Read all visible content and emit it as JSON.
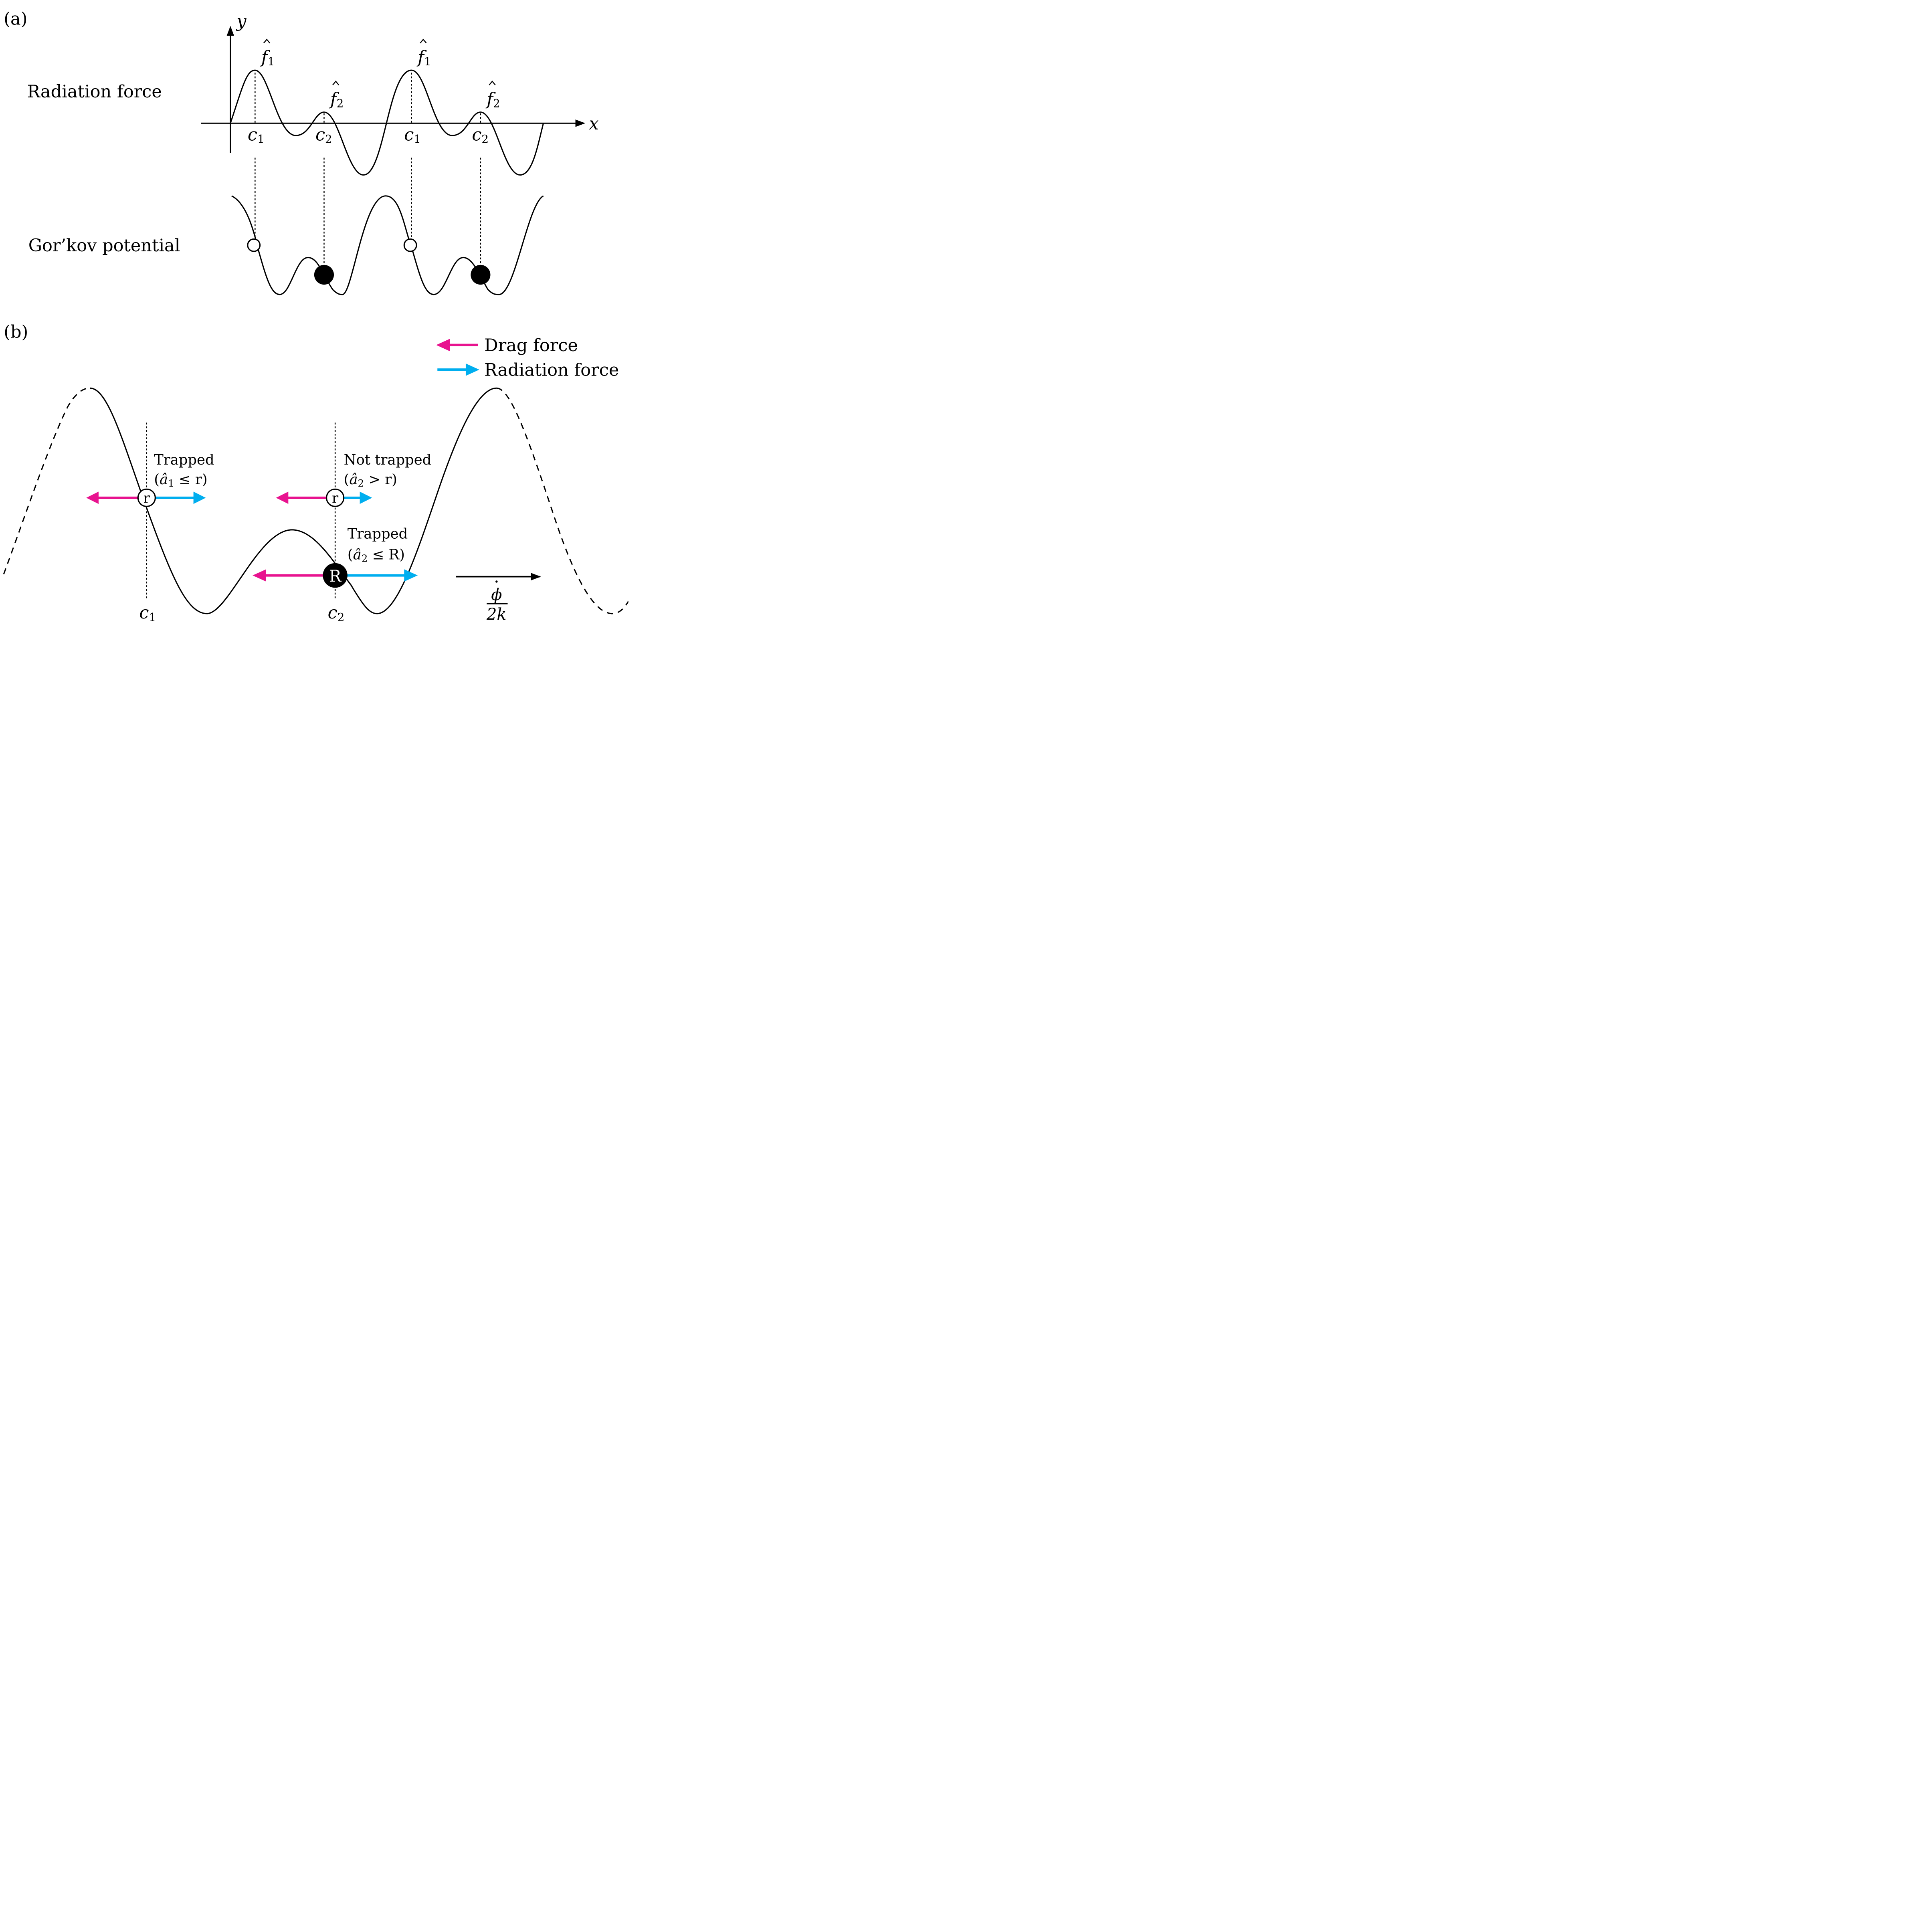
{
  "panel_a": {
    "label": "(a)",
    "axis_y": "y",
    "axis_x": "x",
    "title_force": "Radiation force",
    "title_potential": "Gor’kov potential",
    "peak_labels": [
      "f",
      "1",
      "f",
      "2",
      "f",
      "1",
      "f",
      "2"
    ],
    "c_labels": [
      "c",
      "1",
      "c",
      "2",
      "c",
      "1",
      "c",
      "2"
    ]
  },
  "panel_b": {
    "label": "(b)",
    "legend": {
      "drag": "Drag force",
      "radiation": "Radiation force"
    },
    "left_particle": {
      "symbol": "r",
      "status": "Trapped",
      "cond_a": "â",
      "cond_sub": "1",
      "cond_rest": " ≤ r)"
    },
    "mid_small": {
      "symbol": "r",
      "status": "Not trapped",
      "cond_a": "â",
      "cond_sub": "2",
      "cond_rest": " > r)"
    },
    "mid_big": {
      "symbol": "R",
      "status": "Trapped",
      "cond_a": "â",
      "cond_sub": "2",
      "cond_rest": " ≤ R)"
    },
    "c_labels": [
      "c",
      "1",
      "c",
      "2"
    ],
    "velocity_num": "ϕ",
    "velocity_den": "2k"
  },
  "colors": {
    "drag": "#e8138f",
    "radiation": "#00aeef",
    "ink": "#000000"
  }
}
